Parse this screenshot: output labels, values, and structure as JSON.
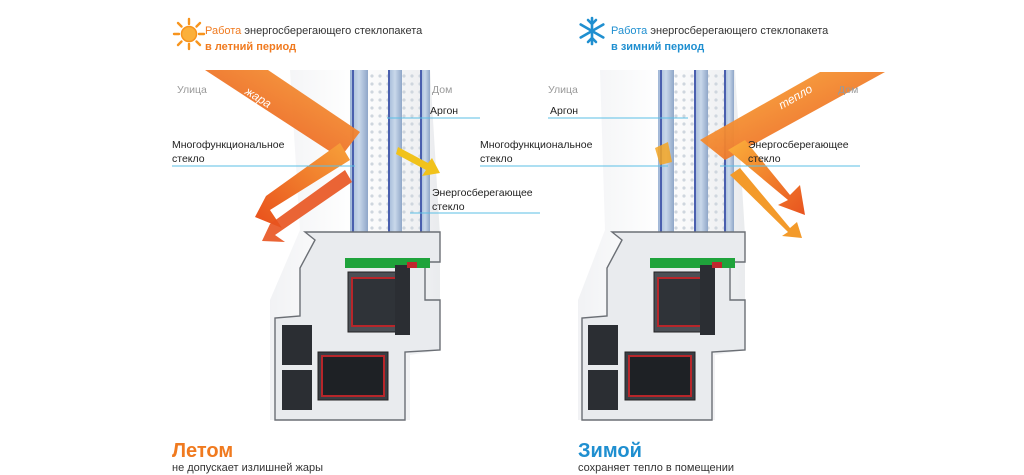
{
  "summer": {
    "header_accent": "Работа",
    "header_rest": "энергосберегающего стеклопакета",
    "header_line2": "в летний период",
    "icon": "sun-icon",
    "street": "Улица",
    "house": "Дом",
    "ray_label": "жара",
    "argon": "Аргон",
    "multifunc_l1": "Многофункциональное",
    "multifunc_l2": "стекло",
    "energy_l1": "Энергосберегающее",
    "energy_l2": "стекло",
    "caption": "Летом",
    "caption_sub": "не допускает излишней жары"
  },
  "winter": {
    "header_accent": "Работа",
    "header_rest": "энергосберегающего стеклопакета",
    "header_line2": "в зимний период",
    "icon": "snowflake-icon",
    "street": "Улица",
    "house": "Дом",
    "ray_label": "тепло",
    "argon": "Аргон",
    "multifunc_l1": "Многофункциональное",
    "multifunc_l2": "стекло",
    "energy_l1": "Энергосберегающее",
    "energy_l2": "стекло",
    "caption": "Зимой",
    "caption_sub": "сохраняет тепло в помещении"
  },
  "colors": {
    "summer_accent": "#f07a1f",
    "winter_accent": "#1f8fd0",
    "line": "#5bbfe6"
  }
}
